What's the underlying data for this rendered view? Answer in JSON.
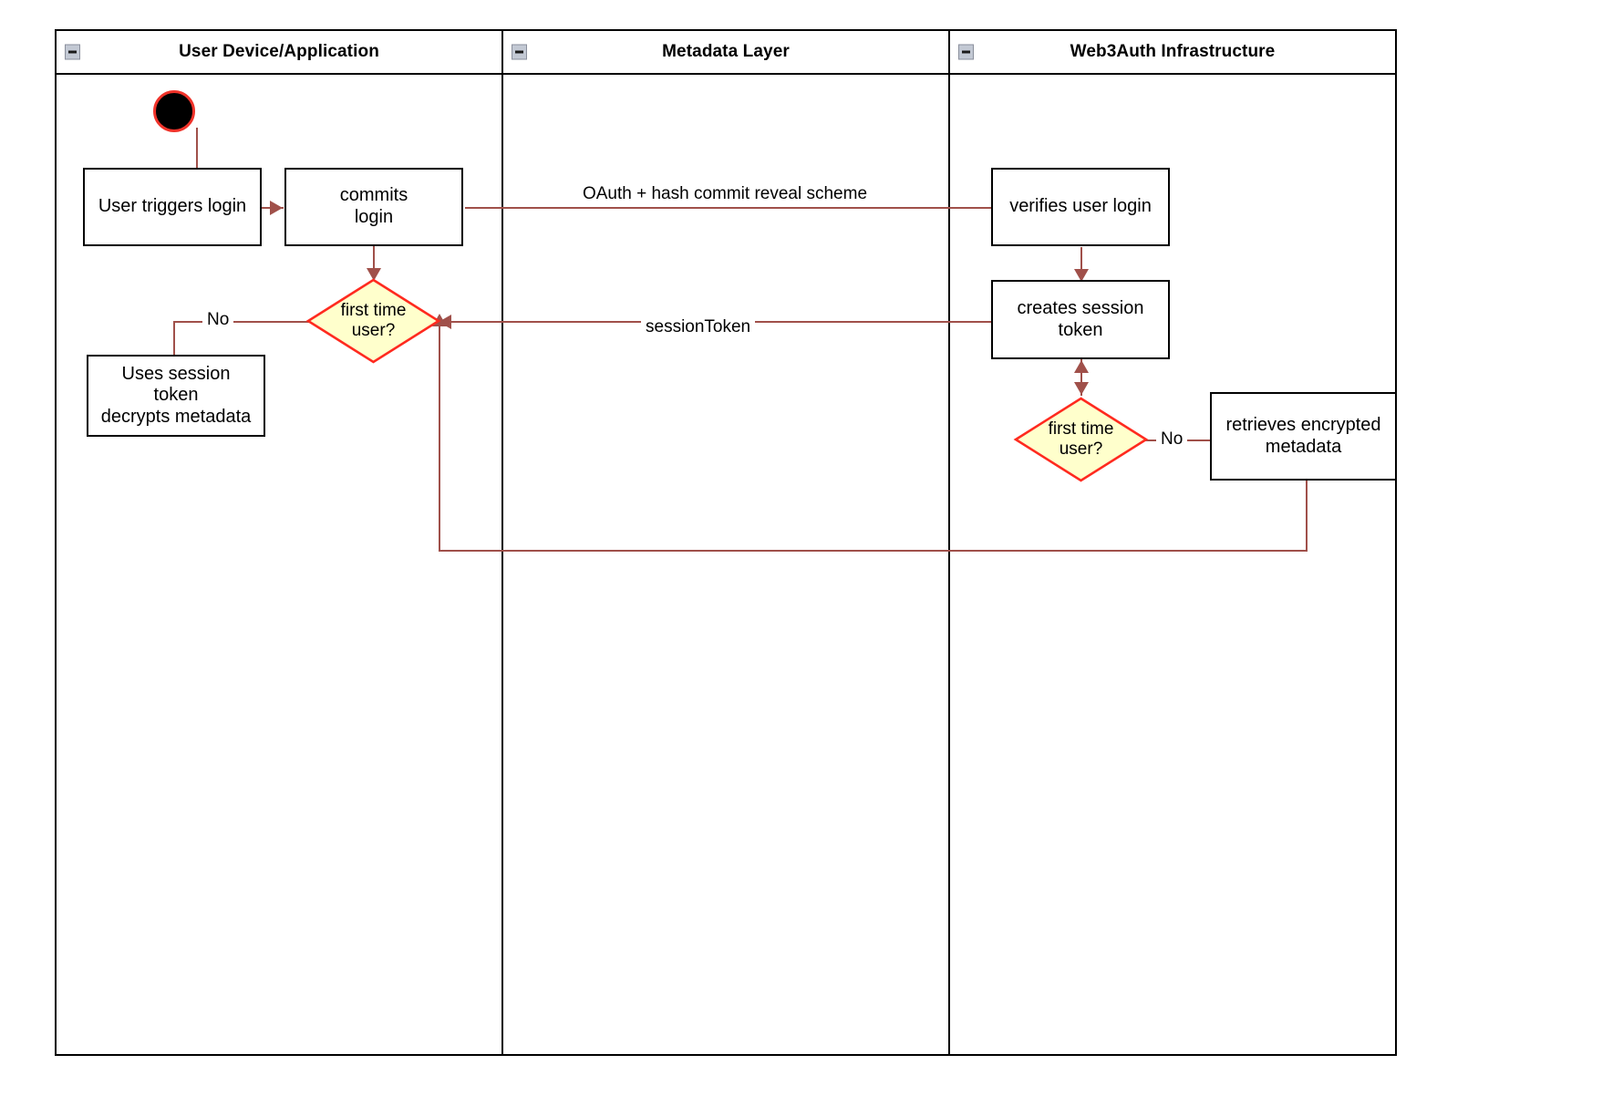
{
  "diagram": {
    "type": "uml-swimlane-activity-diagram",
    "colors": {
      "lane_border": "#000000",
      "node_border": "#000000",
      "node_fill": "#ffffff",
      "decision_fill": "#ffffcc",
      "decision_border": "#ff2a1f",
      "connector": "#a0504a",
      "start_node_fill": "#000000",
      "start_node_ring": "#f0332a",
      "collapse_icon_fill": "#c3c9d4",
      "canvas": "#ffffff"
    },
    "lanes": [
      {
        "id": "user-device",
        "title": "User Device/Application",
        "collapse_icon": "minus-icon"
      },
      {
        "id": "metadata-layer",
        "title": "Metadata Layer",
        "collapse_icon": "minus-icon"
      },
      {
        "id": "web3auth",
        "title": "Web3Auth Infrastructure",
        "collapse_icon": "minus-icon"
      }
    ],
    "nodes": {
      "start": {
        "kind": "initial-node",
        "label": ""
      },
      "user_triggers_login": {
        "kind": "action",
        "label": "User triggers login"
      },
      "commits_login": {
        "kind": "action",
        "line1": "commits",
        "line2": "login"
      },
      "decision_left": {
        "kind": "decision",
        "line1": "first time",
        "line2": "user?"
      },
      "uses_session_token": {
        "kind": "action",
        "line1": "Uses session",
        "line2": "token",
        "line3": "decrypts metadata"
      },
      "verifies_user_login": {
        "kind": "action",
        "label": "verifies user login"
      },
      "creates_session_token": {
        "kind": "action",
        "line1": "creates session",
        "line2": "token"
      },
      "decision_right": {
        "kind": "decision",
        "line1": "first time",
        "line2": "user?"
      },
      "retrieves_encrypted_metadata": {
        "kind": "action",
        "line1": "retrieves encrypted",
        "line2": "metadata"
      }
    },
    "edge_labels": {
      "oauth_line1": "OAuth +",
      "oauth_line2": "hash commit reveal scheme",
      "session_token": "sessionToken",
      "no_left": "No",
      "no_right": "No"
    }
  }
}
